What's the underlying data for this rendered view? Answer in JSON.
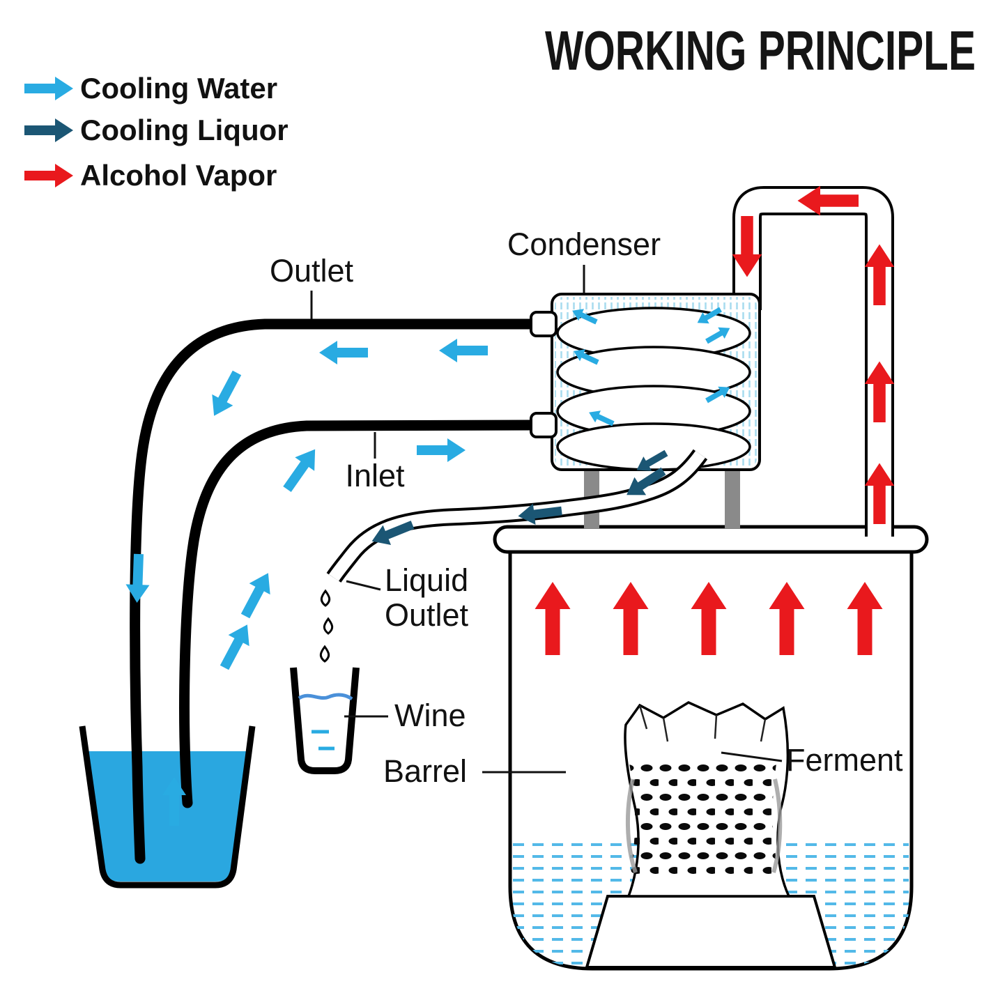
{
  "title": "WORKING PRINCIPLE",
  "legend": {
    "items": [
      {
        "id": "cooling-water",
        "label": "Cooling Water",
        "color": "#29ABE2"
      },
      {
        "id": "cooling-liquor",
        "label": "Cooling Liquor",
        "color": "#1B5674"
      },
      {
        "id": "alcohol-vapor",
        "label": "Alcohol Vapor",
        "color": "#E9191D"
      }
    ]
  },
  "labels": {
    "condenser": "Condenser",
    "outlet": "Outlet",
    "inlet": "Inlet",
    "liquid_outlet": {
      "line1": "Liquid",
      "line2": "Outlet"
    },
    "wine": "Wine",
    "barrel": "Barrel",
    "ferment": "Ferment"
  },
  "colors": {
    "cooling_water": "#29ABE2",
    "cooling_liquor": "#1B5674",
    "alcohol_vapor": "#E9191D",
    "bucket_water": "#2AA7E0",
    "condenser_hatch": "#A9DCEF",
    "barrel_water_dash": "#53B9E8",
    "stand_legs": "#8A8A8A"
  }
}
